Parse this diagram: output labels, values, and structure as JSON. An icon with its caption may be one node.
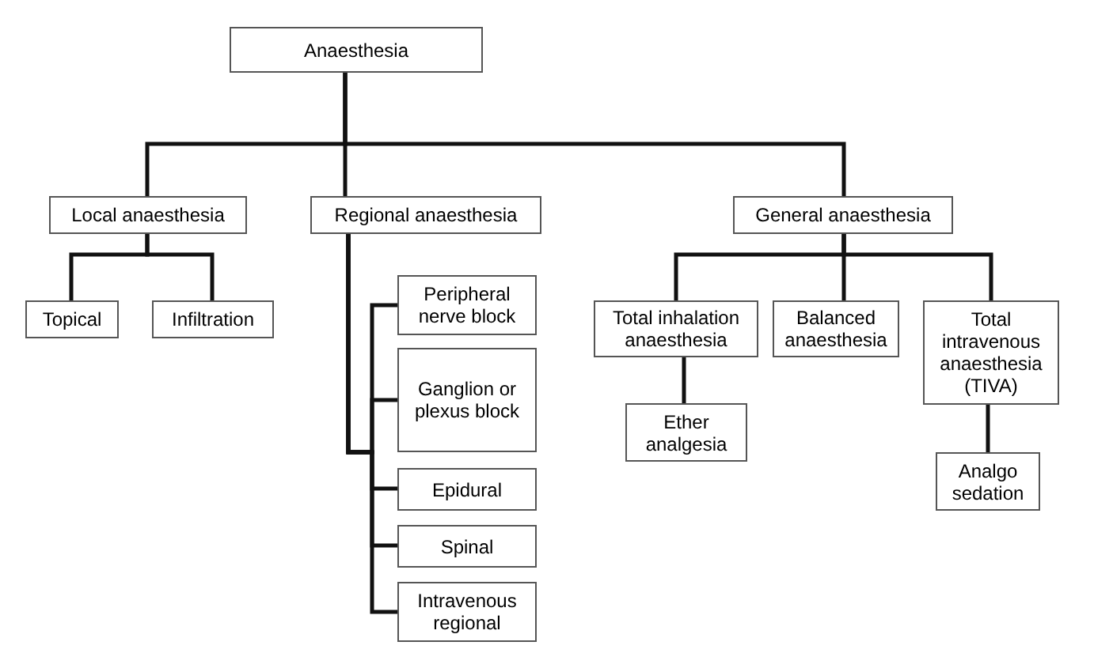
{
  "diagram": {
    "nodes": [
      {
        "text": [
          "Anaesthesia"
        ]
      },
      {
        "text": [
          "Local anaesthesia"
        ]
      },
      {
        "text": [
          "Regional anaesthesia"
        ]
      },
      {
        "text": [
          "General anaesthesia"
        ]
      },
      {
        "text": [
          "Topical"
        ]
      },
      {
        "text": [
          "Infiltration"
        ]
      },
      {
        "text": [
          "Peripheral nerve block"
        ]
      },
      {
        "text": [
          "Ganglion or plexus block"
        ]
      },
      {
        "text": [
          "Epidural"
        ]
      },
      {
        "text": [
          "Spinal"
        ]
      },
      {
        "text": [
          "Intravenous regional"
        ]
      },
      {
        "text": [
          "Total inhalation anaesthesia"
        ]
      },
      {
        "text": [
          "Balanced anaesthesia"
        ]
      },
      {
        "text": [
          "Total intravenous anaesthesia (TIVA)"
        ]
      },
      {
        "text": [
          "Ether analgesia"
        ]
      },
      {
        "text": [
          "Analgo sedation"
        ]
      }
    ],
    "edges": [
      {
        "from": 0,
        "to": 1,
        "arrow": "none"
      },
      {
        "from": 0,
        "to": 2,
        "arrow": "none"
      },
      {
        "from": 0,
        "to": 3,
        "arrow": "none"
      },
      {
        "from": 1,
        "to": 4,
        "arrow": "none"
      },
      {
        "from": 1,
        "to": 5,
        "arrow": "none"
      },
      {
        "from": 2,
        "to": 6,
        "arrow": "none"
      },
      {
        "from": 2,
        "to": 7,
        "arrow": "none"
      },
      {
        "from": 2,
        "to": 8,
        "arrow": "none"
      },
      {
        "from": 2,
        "to": 9,
        "arrow": "none"
      },
      {
        "from": 2,
        "to": 10,
        "arrow": "none"
      },
      {
        "from": 3,
        "to": 11,
        "arrow": "none"
      },
      {
        "from": 3,
        "to": 12,
        "arrow": "none"
      },
      {
        "from": 3,
        "to": 13,
        "arrow": "none"
      },
      {
        "from": 11,
        "to": 14,
        "arrow": "none"
      },
      {
        "from": 13,
        "to": 15,
        "arrow": "none"
      }
    ]
  }
}
